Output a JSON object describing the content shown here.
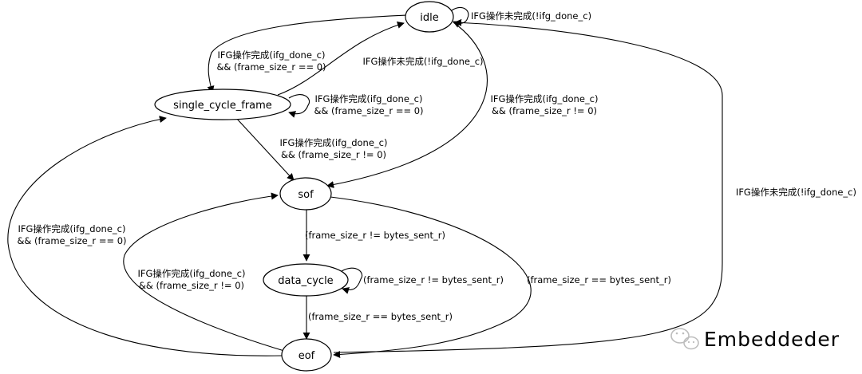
{
  "states": {
    "idle": "idle",
    "single_cycle_frame": "single_cycle_frame",
    "sof": "sof",
    "data_cycle": "data_cycle",
    "eof": "eof"
  },
  "transitions": {
    "idle_self": [
      "IFG操作未完成(!ifg_done_c)"
    ],
    "idle_to_single": [
      "IFG操作完成(ifg_done_c)",
      "&& (frame_size_r == 0)"
    ],
    "single_self": [
      "IFG操作完成(ifg_done_c)",
      "&& (frame_size_r == 0)"
    ],
    "single_to_idle": [
      "IFG操作未完成(!ifg_done_c)"
    ],
    "idle_to_sof": [
      "IFG操作完成(ifg_done_c)",
      "&& (frame_size_r != 0)"
    ],
    "single_to_sof": [
      "IFG操作完成(ifg_done_c)",
      "&& (frame_size_r != 0)"
    ],
    "sof_to_data": [
      "(frame_size_r != bytes_sent_r)"
    ],
    "data_self": [
      "(frame_size_r != bytes_sent_r)"
    ],
    "data_to_eof": [
      "(frame_size_r == bytes_sent_r)"
    ],
    "sof_to_eof": [
      "(frame_size_r == bytes_sent_r)"
    ],
    "eof_to_sof": [
      "IFG操作完成(ifg_done_c)",
      "&& (frame_size_r != 0)"
    ],
    "eof_to_single": [
      "IFG操作完成(ifg_done_c)",
      "&& (frame_size_r == 0)"
    ],
    "eof_to_idle": [
      "IFG操作未完成(!ifg_done_c)"
    ]
  },
  "watermark": {
    "text": "Embeddeder",
    "icon": "wechat-icon"
  }
}
